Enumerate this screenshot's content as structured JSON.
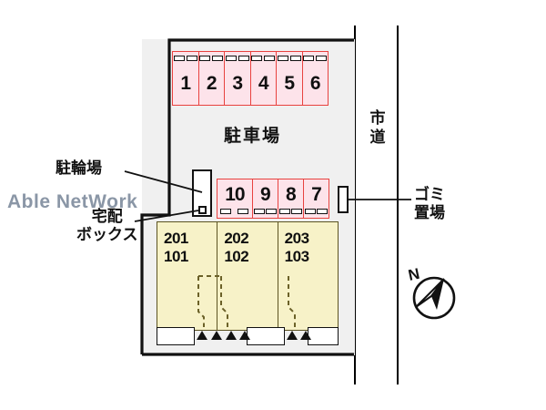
{
  "site": {
    "watermark": "Able NetWork",
    "parking_label": "駐車場",
    "bike_label": "駐輪場",
    "delivery_label_line1": "宅配",
    "delivery_label_line2": "ボックス",
    "road_label_line1": "市",
    "road_label_line2": "道",
    "trash_label_line1": "ゴミ",
    "trash_label_line2": "置場",
    "compass_label": "N"
  },
  "colors": {
    "stall_fill": "#fde3ea",
    "stall_stroke": "#e8423f",
    "building_fill": "#f7f2c8",
    "building_stroke": "#5c5322",
    "lot_fill": "#f0f0f0",
    "line": "#111111",
    "watermark": "#8a96a6"
  },
  "parking": {
    "top_row": [
      {
        "number": "1"
      },
      {
        "number": "2"
      },
      {
        "number": "3"
      },
      {
        "number": "4"
      },
      {
        "number": "5"
      },
      {
        "number": "6"
      }
    ],
    "bottom_row": [
      {
        "number": "10"
      },
      {
        "number": "9"
      },
      {
        "number": "8"
      },
      {
        "number": "7"
      }
    ]
  },
  "building": {
    "units": [
      {
        "upper": "201",
        "lower": "101"
      },
      {
        "upper": "202",
        "lower": "102"
      },
      {
        "upper": "203",
        "lower": "103"
      }
    ]
  }
}
